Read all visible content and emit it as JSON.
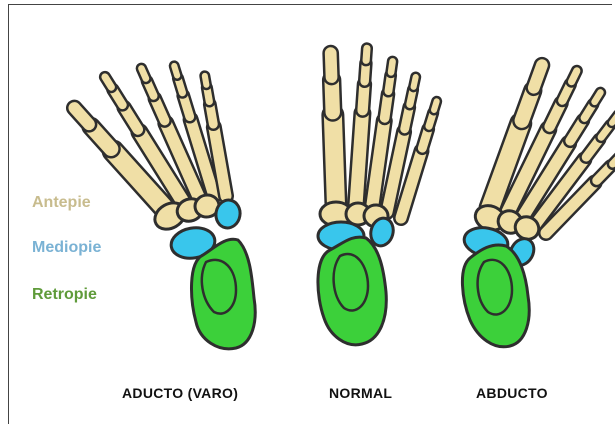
{
  "legend": {
    "forefoot": {
      "label": "Antepie",
      "color": "#c8bc8e"
    },
    "midfoot": {
      "label": "Mediopie",
      "color": "#7ab2d4"
    },
    "hindfoot": {
      "label": "Retropie",
      "color": "#5f9b3a"
    }
  },
  "captions": {
    "adducted": "ADUCTO (VARO)",
    "normal": "NORMAL",
    "abducted": "ABDUCTO"
  },
  "colors": {
    "bone": "#f0dfa6",
    "midfoot_fill": "#39c6ec",
    "hindfoot_fill": "#3cd03a",
    "outline": "#2e2e2e"
  }
}
